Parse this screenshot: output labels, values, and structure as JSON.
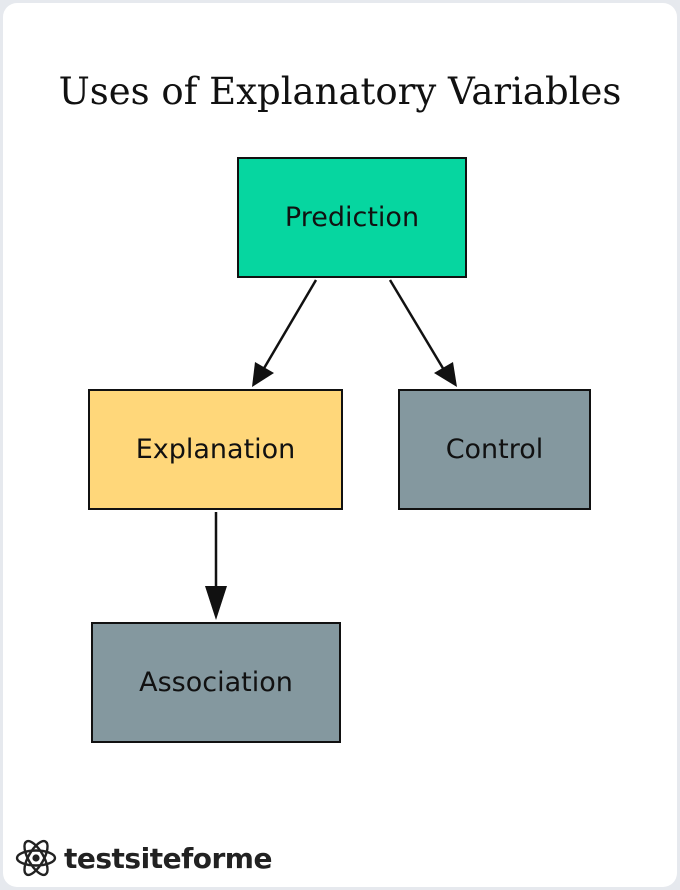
{
  "diagram": {
    "title": "Uses of Explanatory Variables",
    "nodes": [
      {
        "id": "prediction",
        "label": "Prediction",
        "fill": "#06d6a0"
      },
      {
        "id": "explanation",
        "label": "Explanation",
        "fill": "#ffd77a"
      },
      {
        "id": "control",
        "label": "Control",
        "fill": "#84989f"
      },
      {
        "id": "association",
        "label": "Association",
        "fill": "#84989f"
      }
    ],
    "edges": [
      {
        "from": "prediction",
        "to": "explanation"
      },
      {
        "from": "prediction",
        "to": "control"
      },
      {
        "from": "explanation",
        "to": "association"
      }
    ]
  },
  "footer": {
    "logo_icon": "atom-icon",
    "brand": "testsiteforme"
  }
}
